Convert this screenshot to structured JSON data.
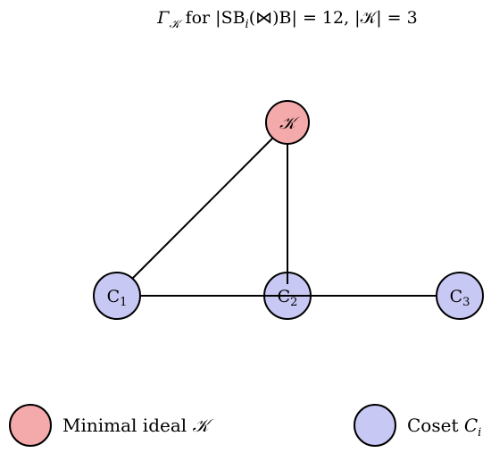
{
  "title": {
    "prefix": "Γ",
    "prefix_sub": "𝒦",
    "body": " for |SB",
    "body_sub": "i",
    "rest": "(⋈)B| = 12, |𝒦| = 3"
  },
  "colors": {
    "ideal_fill": "#f4a9ab",
    "coset_fill": "#c8c8f4",
    "stroke": "#000000"
  },
  "nodes": [
    {
      "id": "K",
      "label": "𝒦",
      "sub": "",
      "type": "ideal"
    },
    {
      "id": "C1",
      "label": "C",
      "sub": "1",
      "type": "coset"
    },
    {
      "id": "C2",
      "label": "C",
      "sub": "2",
      "type": "coset"
    },
    {
      "id": "C3",
      "label": "C",
      "sub": "3",
      "type": "coset"
    }
  ],
  "edges": [
    {
      "from": "K",
      "to": "C1"
    },
    {
      "from": "K",
      "to": "C2"
    },
    {
      "from": "C1",
      "to": "C2"
    },
    {
      "from": "C2",
      "to": "C3"
    }
  ],
  "legend": {
    "ideal_label": "Minimal ideal ",
    "ideal_symbol": "𝒦",
    "coset_label": "Coset ",
    "coset_symbol": "C",
    "coset_symbol_sub": "i"
  }
}
